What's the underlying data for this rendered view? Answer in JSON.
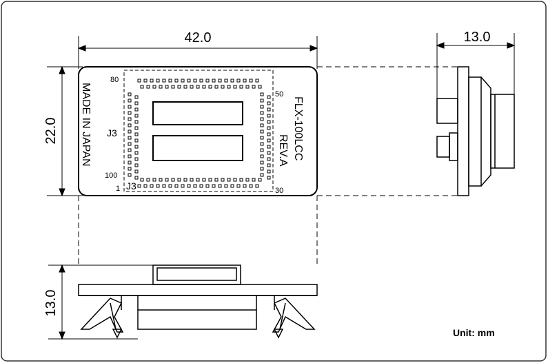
{
  "dimensions": {
    "top_width": "42.0",
    "left_height": "22.0",
    "side_width": "13.0",
    "bottom_height": "13.0"
  },
  "board": {
    "made_in": "MADE IN JAPAN",
    "model": "FLX-100LCC",
    "rev": "REV.A",
    "connector_label_left": "J3",
    "connector_label_bottom": "J3",
    "pin_80": "80",
    "pin_50": "50",
    "pin_100": "100",
    "pin_1": "1",
    "pin_30": "30"
  },
  "unit_label": "Unit: mm"
}
